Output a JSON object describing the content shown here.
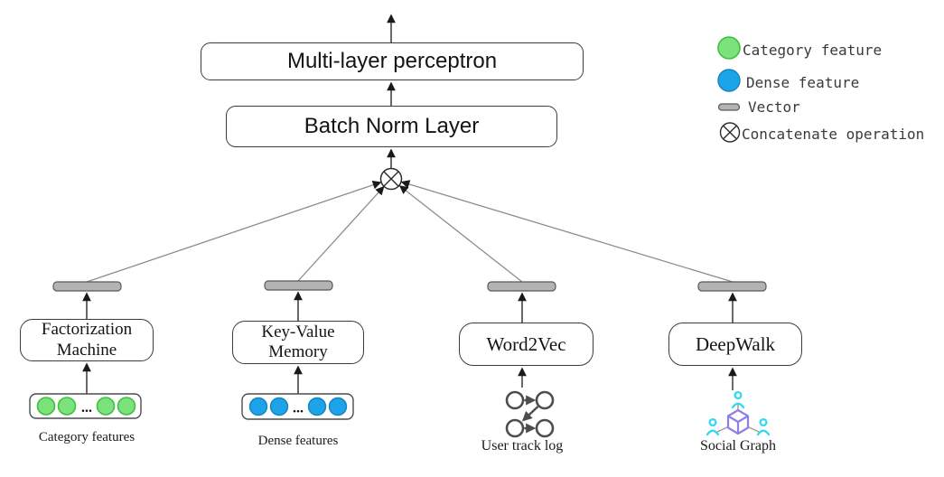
{
  "nodes": {
    "mlp": "Multi-layer perceptron",
    "batch_norm": "Batch Norm Layer"
  },
  "branches": [
    {
      "line1": "Factorization",
      "line2": "Machine",
      "caption": "Category features"
    },
    {
      "line1": "Key-Value",
      "line2": "Memory",
      "caption": "Dense features"
    },
    {
      "line1": "Word2Vec",
      "caption": "User track log"
    },
    {
      "line1": "DeepWalk",
      "caption": "Social Graph"
    }
  ],
  "ellipsis": "...",
  "legend": [
    {
      "label": "Category feature"
    },
    {
      "label": "Dense feature"
    },
    {
      "label": "Vector"
    },
    {
      "label": "Concatenate operation"
    }
  ],
  "colors": {
    "category_fill": "#7CE27C",
    "category_stroke": "#3FBF3F",
    "dense_fill": "#1CA3E8",
    "dense_stroke": "#1583BF",
    "vector_fill": "#B3B3B3",
    "vector_stroke": "#595959",
    "cube_purple": "#8F7FE8",
    "person_cyan": "#30D9F2",
    "connector_gray": "#8C8C8C",
    "arrow_black": "#1A1A1A"
  }
}
